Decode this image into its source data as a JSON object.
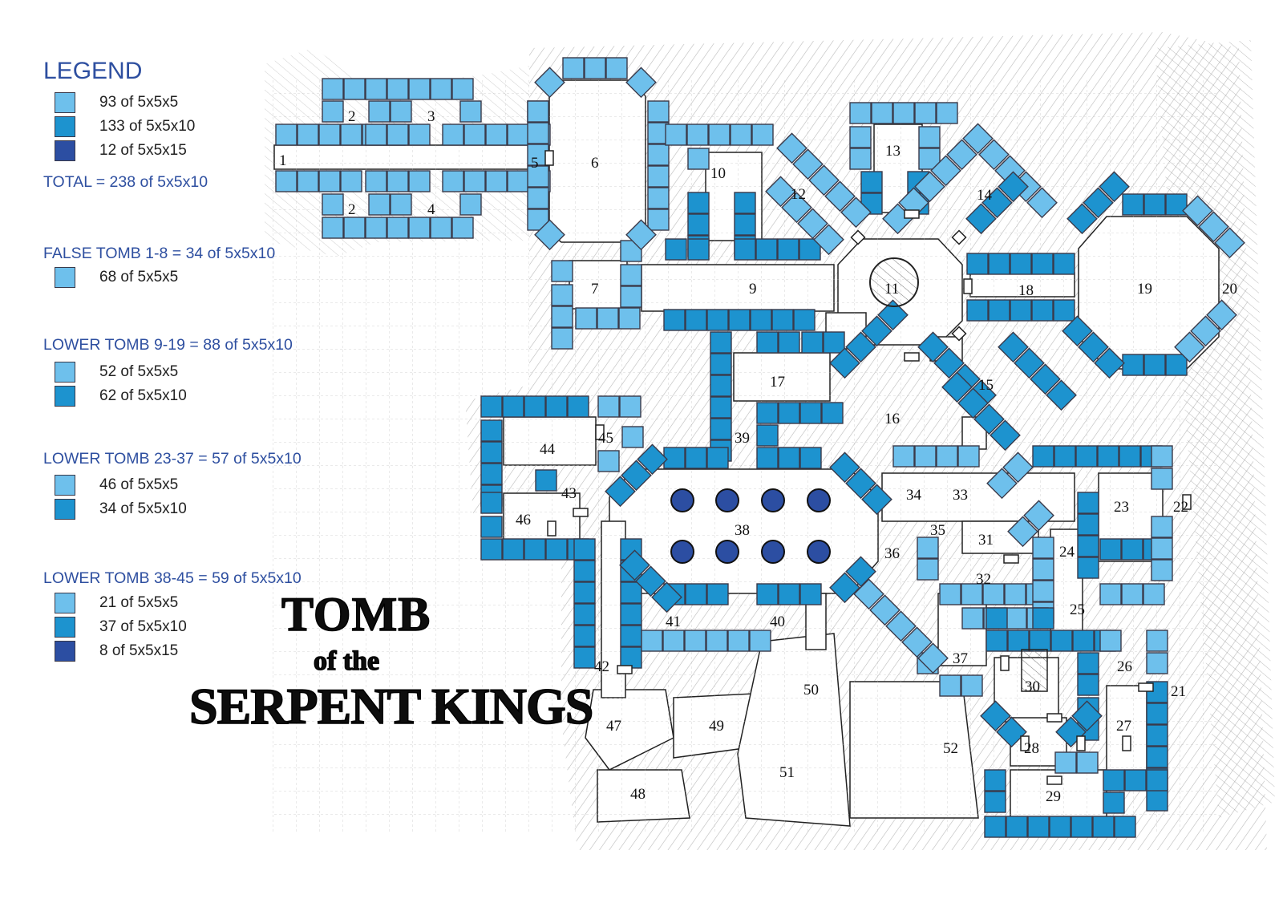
{
  "legend": {
    "title": "LEGEND",
    "summary_items": [
      {
        "label": "93 of 5x5x5",
        "color": "light"
      },
      {
        "label": "133 of 5x5x10",
        "color": "mid"
      },
      {
        "label": "12 of 5x5x15",
        "color": "dark"
      }
    ],
    "total": "TOTAL = 238 of 5x5x10",
    "sections": [
      {
        "heading": "FALSE TOMB 1-8 = 34 of 5x5x10",
        "items": [
          {
            "label": "68 of 5x5x5",
            "color": "light"
          }
        ]
      },
      {
        "heading": "LOWER TOMB 9-19 = 88 of 5x5x10",
        "items": [
          {
            "label": "52 of 5x5x5",
            "color": "light"
          },
          {
            "label": "62 of 5x5x10",
            "color": "mid"
          }
        ]
      },
      {
        "heading": "LOWER TOMB 23-37 = 57 of 5x5x10",
        "items": [
          {
            "label": "46 of 5x5x5",
            "color": "light"
          },
          {
            "label": "34 of 5x5x10",
            "color": "mid"
          }
        ]
      },
      {
        "heading": "LOWER TOMB 38-45 = 59 of 5x5x10",
        "items": [
          {
            "label": "21 of 5x5x5",
            "color": "light"
          },
          {
            "label": "37 of 5x5x10",
            "color": "mid"
          },
          {
            "label": "8 of 5x5x15",
            "color": "dark"
          }
        ]
      }
    ]
  },
  "title": {
    "line1": "TOMB",
    "line2": "of the",
    "line3": "SERPENT KINGS"
  },
  "colors": {
    "light": "#6ec0ec",
    "mid": "#1d93cf",
    "dark": "#2c4ea2",
    "hatch": "#555555",
    "grid": "#b9b9b9"
  },
  "rooms": [
    "1",
    "2",
    "3",
    "5",
    "6",
    "2",
    "4",
    "10",
    "13",
    "12",
    "14",
    "9",
    "7",
    "11",
    "18",
    "19",
    "20",
    "17",
    "15",
    "16",
    "45",
    "44",
    "39",
    "34",
    "33",
    "43",
    "23",
    "22",
    "46",
    "38",
    "35",
    "31",
    "24",
    "36",
    "32",
    "25",
    "41",
    "40",
    "37",
    "26",
    "42",
    "30",
    "21",
    "50",
    "47",
    "49",
    "27",
    "52",
    "28",
    "51",
    "48",
    "29"
  ]
}
